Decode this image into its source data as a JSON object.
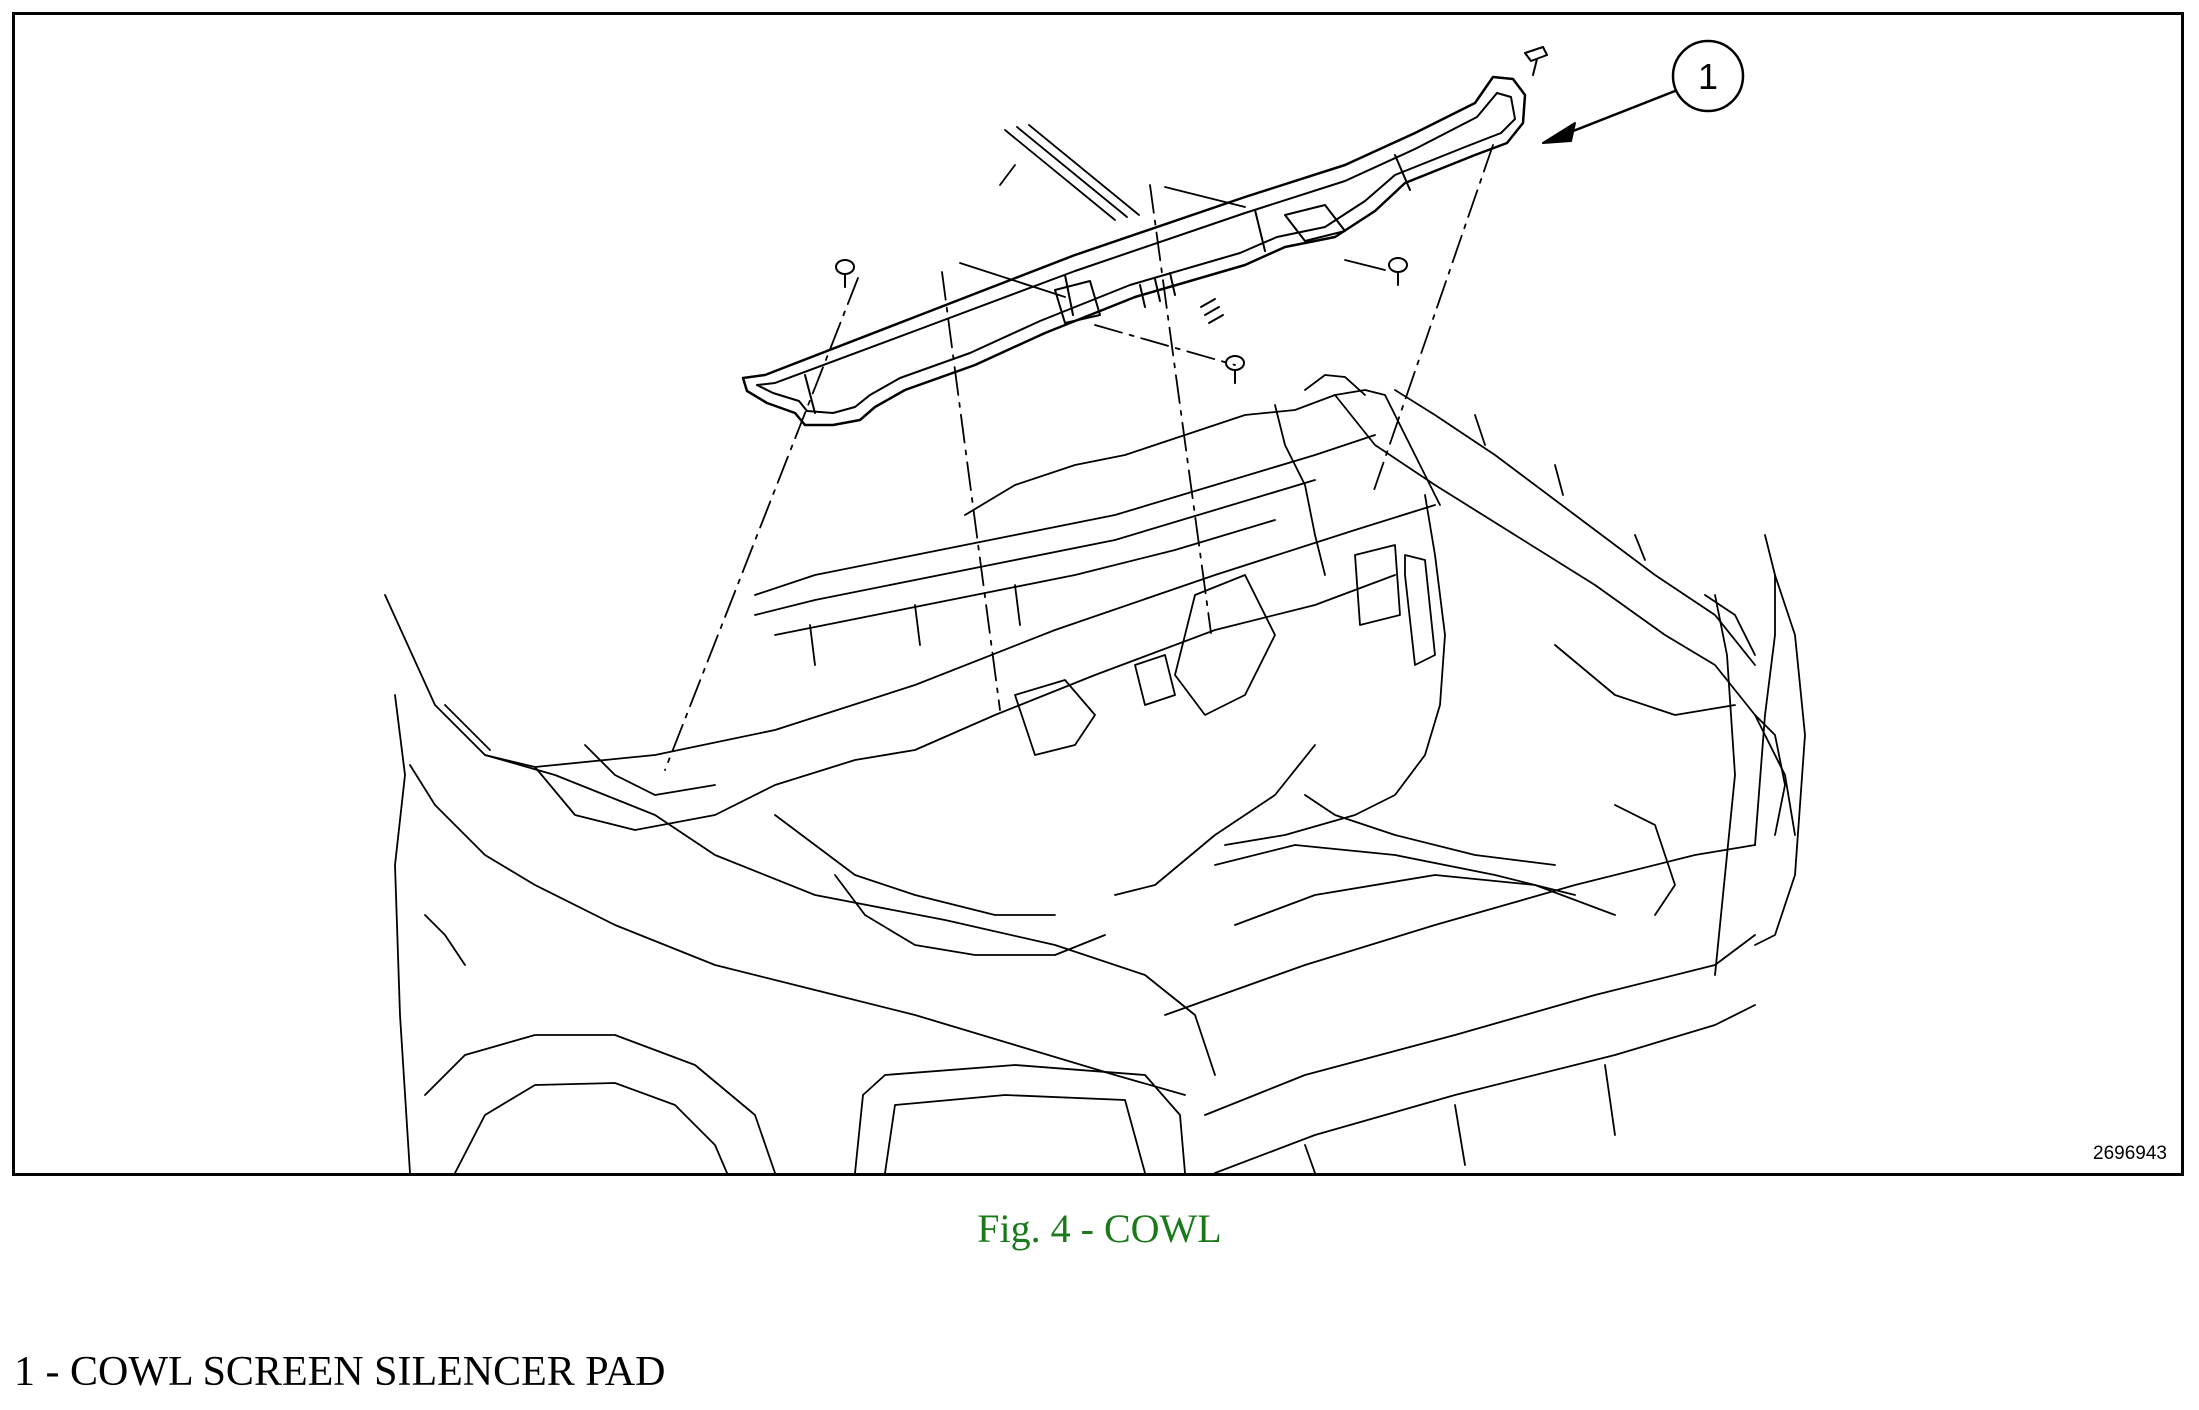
{
  "figure": {
    "callout_number": "1",
    "figure_id": "2696943",
    "line_color": "#000000"
  },
  "caption": {
    "text": "Fig. 4 - COWL",
    "color": "#1a7a1a"
  },
  "legend": {
    "items": [
      {
        "text": "1 - COWL SCREEN SILENCER PAD"
      }
    ]
  }
}
